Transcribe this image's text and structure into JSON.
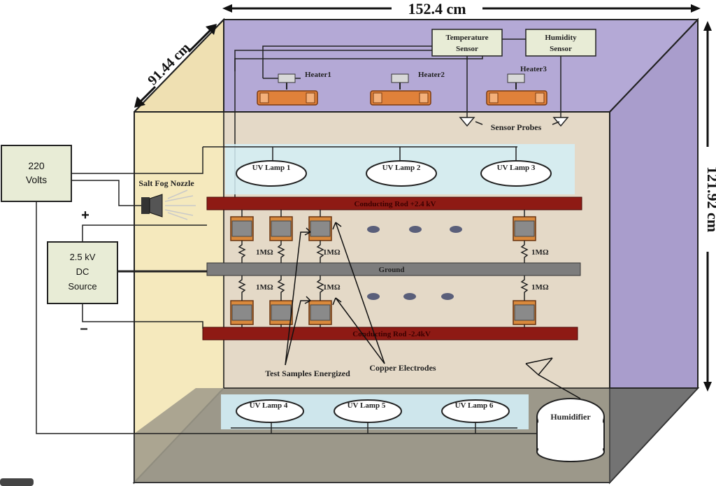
{
  "dimensions": {
    "width": "152.4 cm",
    "depth": "91.44 cm",
    "height": "121.92 cm"
  },
  "power": {
    "ac_source": "220 Volts",
    "dc_source": "2.5 kV DC Source",
    "dc_source_lines": [
      "2.5 kV",
      "DC",
      "Source"
    ],
    "ac_source_lines": [
      "220",
      "Volts"
    ],
    "plus": "+",
    "minus": "–"
  },
  "sensors": {
    "temperature": [
      "Temperature",
      "Sensor"
    ],
    "humidity": [
      "Humidity",
      "Sensor"
    ],
    "probes": "Sensor Probes"
  },
  "heaters": [
    "Heater1",
    "Heater2",
    "Heater3"
  ],
  "uv_lamps_top": [
    "UV Lamp 1",
    "UV Lamp 2",
    "UV Lamp 3"
  ],
  "uv_lamps_bottom": [
    "UV Lamp 4",
    "UV Lamp 5",
    "UV Lamp 6"
  ],
  "salt_fog": "Salt Fog Nozzle",
  "rods": {
    "top": "Conducting Rod +2.4 kV",
    "middle": "Ground",
    "bottom": "Conducting Rod -2.4kV"
  },
  "resistor": "1MΩ",
  "callouts": {
    "test_samples": "Test Samples Energized",
    "copper_electrodes": "Copper Electrodes"
  },
  "humidifier": "Humidifier",
  "colors": {
    "chamber_back": "#b4a9d6",
    "chamber_floor": "#7a7a7a",
    "chamber_front": "#f6ecc0",
    "rod_red": "#8e1a14",
    "rod_grey": "#7d7d7d",
    "heater_orange": "#e0813a",
    "sample_orange": "#d9893c",
    "box_fill": "#e8ecd6",
    "lamp_glow": "#d4eef6"
  }
}
